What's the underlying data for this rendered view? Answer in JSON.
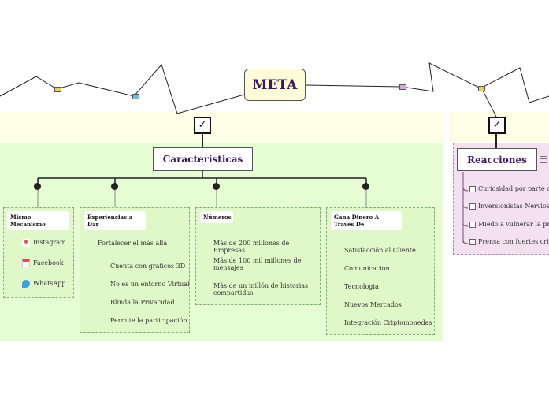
{
  "central": {
    "title": "META"
  },
  "characteristics": {
    "title": "Características",
    "groups": [
      {
        "title": "Mismo Mecanismo",
        "items": [
          "Instagram",
          "Facebook",
          "WhatsApp"
        ]
      },
      {
        "title": "Experiencias a Dar",
        "subtitle": "Fortalecer el más allá",
        "items": [
          "Cuenta con graficos 3D",
          "No es un entorno Virtual",
          "Blinda la Privacidad",
          "Permite la participación"
        ]
      },
      {
        "title": "Números",
        "items": [
          "Más de 200 millones de Empresas",
          "Más de 100 mil millones de mensajes",
          "Más de un millón de historias compartidas"
        ]
      },
      {
        "title": "Gana Dinero A Través De",
        "items": [
          "Satisfacción al Cliente",
          "Comunicación",
          "Tecnologia",
          "Nuevos Mercados",
          "Integración  Criptomonedas"
        ]
      }
    ]
  },
  "reactions": {
    "title": "Reacciones",
    "items": [
      "Curiosidad por parte del p",
      "Inversionistas Nerviosos",
      "Miedo a vulnerar la priva",
      "Prensa con fuertes critica"
    ]
  },
  "icons": {
    "check": "✓",
    "instagram": "instagram-icon",
    "facebook": "facebook-icon",
    "whatsapp": "whatsapp-icon",
    "notes": "notes-icon"
  },
  "colors": {
    "central_fill": "#fefcd6",
    "central_text": "#3d1560",
    "green_band": "#e6fcd2",
    "yellow_band": "#fefee6",
    "pink_band": "#f3e0f0"
  }
}
